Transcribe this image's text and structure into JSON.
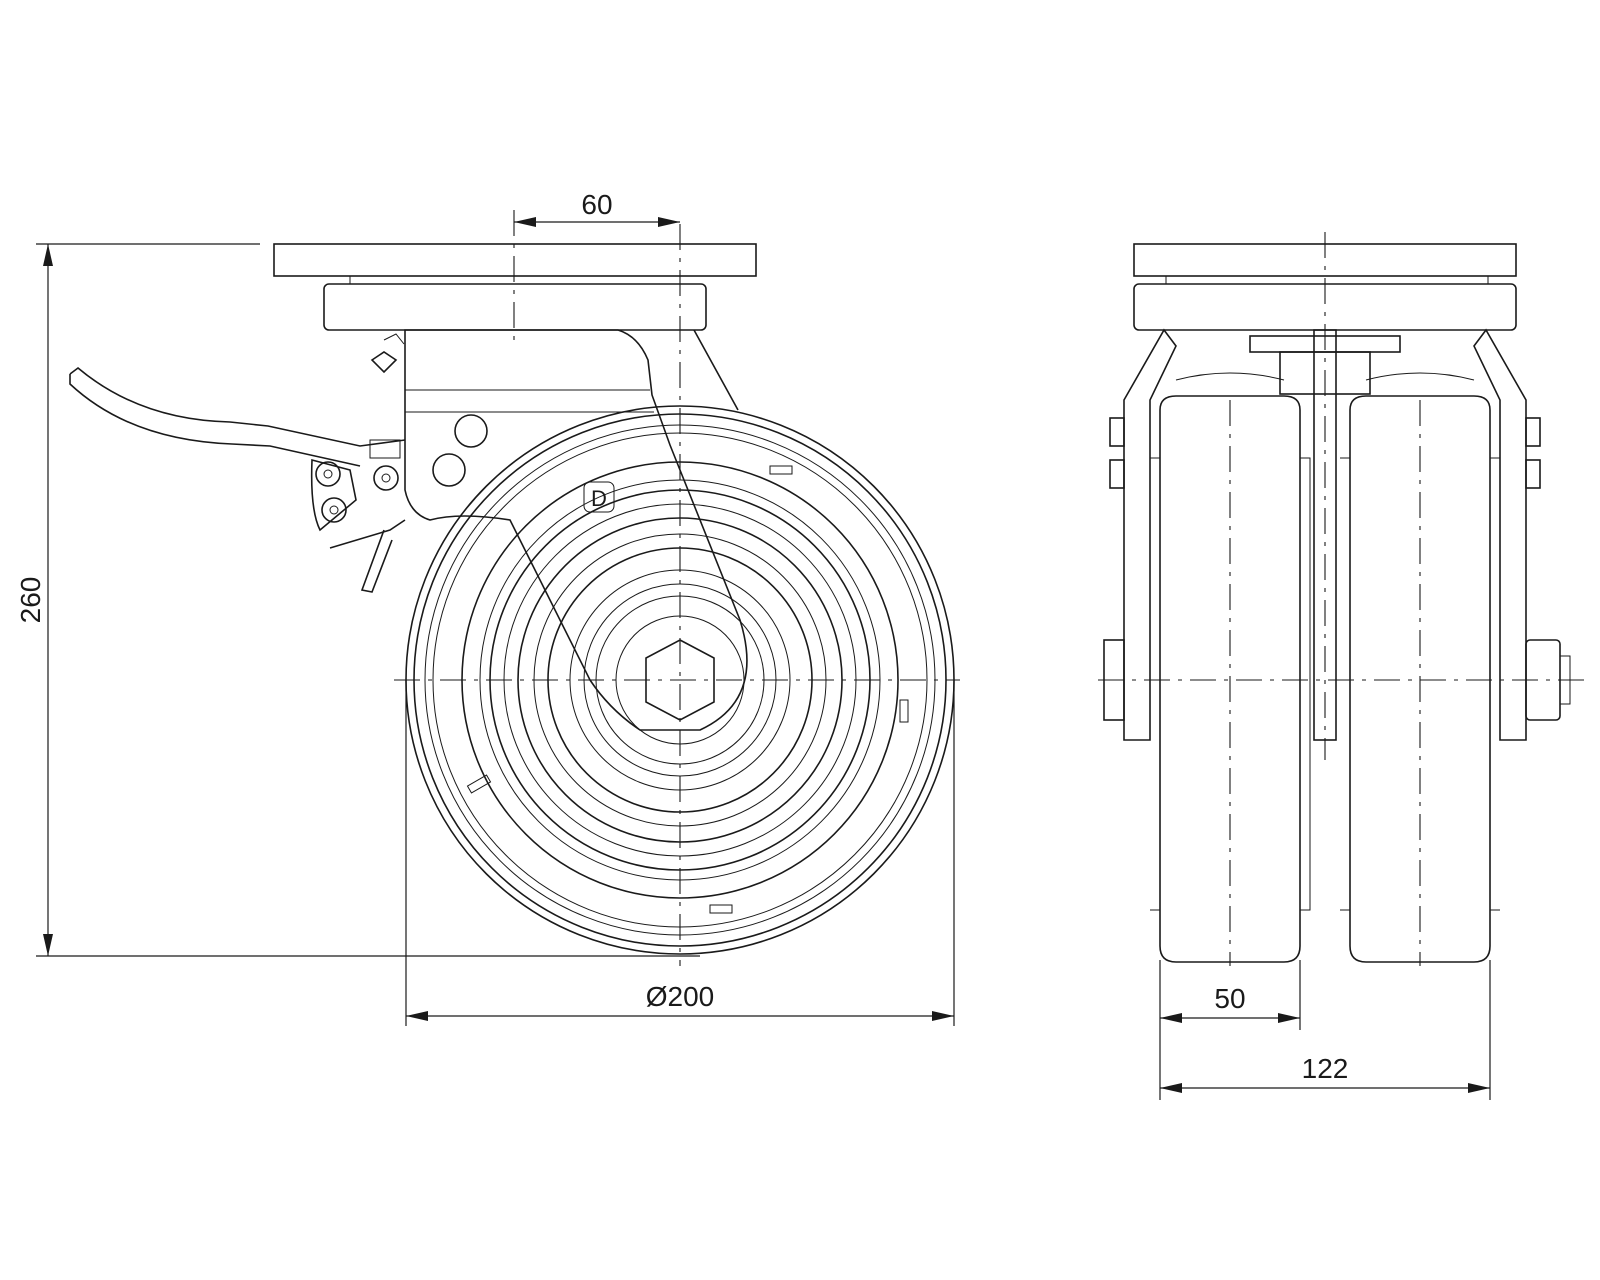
{
  "dimensions": {
    "offset": "60",
    "height": "260",
    "wheel_diameter": "Ø200",
    "wheel_width": "50",
    "overall_width": "122"
  },
  "logo": "D",
  "colors": {
    "line": "#1a1a1a",
    "background": "#ffffff"
  },
  "icon_names": [
    "brand-logo-icon"
  ]
}
